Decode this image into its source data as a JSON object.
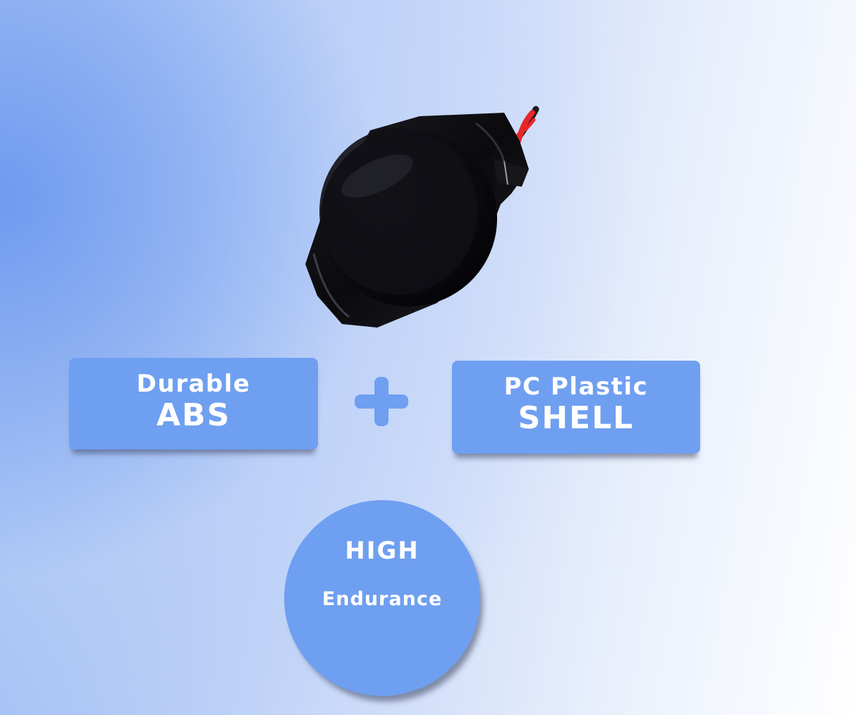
{
  "features": {
    "left_box": {
      "line1": "Durable",
      "line2": "ABS"
    },
    "right_box": {
      "line1": "PC Plastic",
      "line2": "SHELL"
    },
    "badge": {
      "line1": "HIGH",
      "line2": "Endurance"
    }
  },
  "colors": {
    "accent": "#6f9ff0",
    "text": "#ffffff",
    "battery": "#0d0d10",
    "wire_red": "#e8262a",
    "wire_black": "#1a1a1a"
  },
  "icons": {
    "product": "coin-cell-battery-with-wires-icon",
    "join": "plus-icon"
  }
}
